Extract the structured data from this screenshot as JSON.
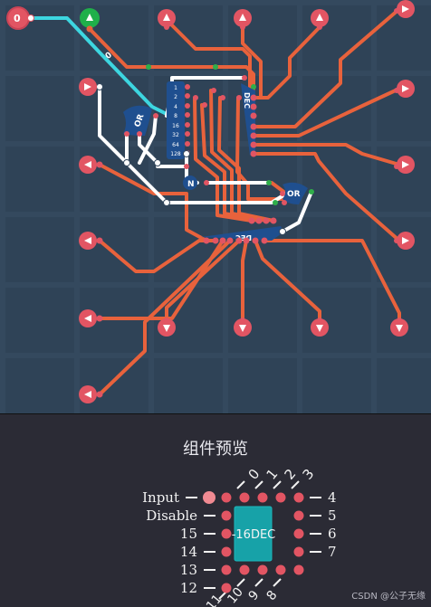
{
  "board": {
    "input_counter_label": "0",
    "wire_value_label": "0",
    "decoder_left_pins": [
      "1",
      "2",
      "4",
      "8",
      "16",
      "32",
      "64",
      "128"
    ],
    "decoder_top_label": "DEC",
    "decoder_bottom_label": "DEC",
    "or_gate_left_label": "OR",
    "or_gate_right_label": "OR",
    "not_gate_label": "N"
  },
  "preview": {
    "title": "组件预览",
    "chip_label": "-16DEC",
    "left_labels": [
      "Input",
      "Disable",
      "15",
      "14",
      "13",
      "12"
    ],
    "right_labels": [
      "4",
      "5",
      "6",
      "7"
    ],
    "top_labels": [
      "0",
      "1",
      "2",
      "3"
    ],
    "bottom_labels": [
      "11",
      "10",
      "9",
      "8"
    ]
  },
  "watermark": "CSDN @公子无缘",
  "colors": {
    "background": "#34495e",
    "grid": "#2b3d50",
    "wire_orange": "#e8623c",
    "wire_white": "#ffffff",
    "wire_cyan": "#3dd6e0",
    "pin_red": "#e25563",
    "chip_blue": "#1f4f8f",
    "chip_teal": "#17a2a8"
  }
}
